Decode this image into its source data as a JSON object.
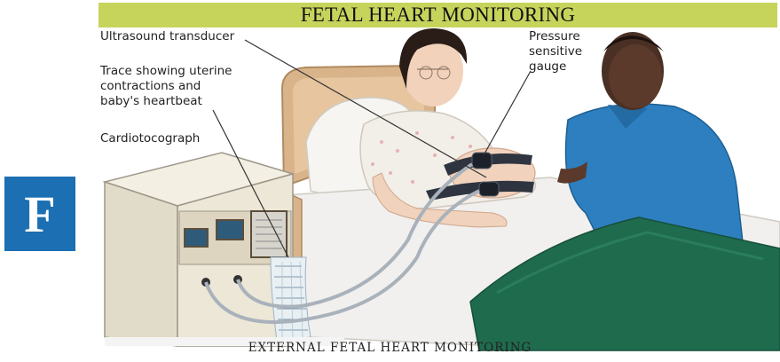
{
  "banner": {
    "title": "FETAL HEART MONITORING",
    "color": "#c7d45c"
  },
  "badge": {
    "letter": "F",
    "color": "#1b6fb2"
  },
  "labels": {
    "ultrasound": "Ultrasound transducer",
    "trace": "Trace showing uterine\ncontractions and\nbaby's heartbeat",
    "cardiotocograph": "Cardiotocograph",
    "pressure": "Pressure\nsensitive\ngauge"
  },
  "caption": "EXTERNAL FETAL HEART MONITORING",
  "illustration": {
    "objects": [
      "hospital-bed",
      "pregnant-woman",
      "man-in-blue-shirt",
      "cardiotocograph-machine",
      "paper-trace",
      "belts",
      "cables"
    ],
    "colors": {
      "sheet": "#1f6b4e",
      "shirt": "#2d7fc0",
      "gown": "#f2eee8",
      "headboard": "#d9b48a",
      "machine": "#ece7d6"
    }
  }
}
